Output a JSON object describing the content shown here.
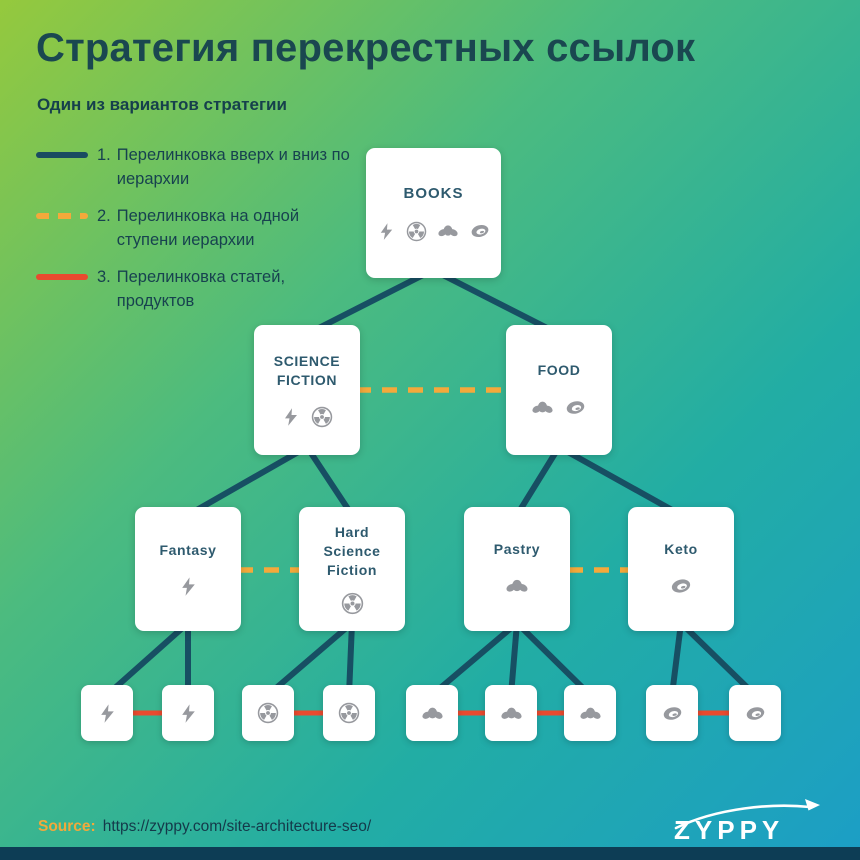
{
  "header": {
    "title": "Стратегия перекрестных ссылок",
    "subtitle": "Один из вариантов стратегии"
  },
  "legend": {
    "items": [
      {
        "num": "1.",
        "label": "Перелинковка вверх и вниз по иерархии",
        "line_style": "solid",
        "line_color": "#1A4C61"
      },
      {
        "num": "2.",
        "label": "Перелинковка на одной ступени иерархии",
        "line_style": "dashed",
        "line_color": "#F4A93B"
      },
      {
        "num": "3.",
        "label": "Перелинковка статей, продуктов",
        "line_style": "solid",
        "line_color": "#E94A2F"
      }
    ]
  },
  "diagram": {
    "type": "tree",
    "link_types": {
      "hierarchy_up_down": {
        "color": "#174F63",
        "style": "solid"
      },
      "same_level": {
        "color": "#F4A93B",
        "style": "dashed"
      },
      "articles_products": {
        "color": "#E94A2F",
        "style": "solid"
      }
    },
    "nodes": {
      "books": {
        "label": "BOOKS",
        "icons": [
          "lightning-icon",
          "radiation-icon",
          "croissant-icon",
          "steak-icon"
        ],
        "children": [
          "science_fiction",
          "food"
        ]
      },
      "science_fiction": {
        "label": "SCIENCE FICTION",
        "icons": [
          "lightning-icon",
          "radiation-icon"
        ],
        "children": [
          "fantasy",
          "hard_science_fiction"
        ]
      },
      "food": {
        "label": "FOOD",
        "icons": [
          "croissant-icon",
          "steak-icon"
        ],
        "children": [
          "pastry",
          "keto"
        ]
      },
      "fantasy": {
        "label": "Fantasy",
        "icons": [
          "lightning-icon"
        ],
        "children": [
          "leaf-lightning-1",
          "leaf-lightning-2"
        ]
      },
      "hard_science_fiction": {
        "label": "Hard Science Fiction",
        "icons": [
          "radiation-icon"
        ],
        "children": [
          "leaf-radiation-1",
          "leaf-radiation-2"
        ]
      },
      "pastry": {
        "label": "Pastry",
        "icons": [
          "croissant-icon"
        ],
        "children": [
          "leaf-croissant-1",
          "leaf-croissant-2",
          "leaf-croissant-3"
        ]
      },
      "keto": {
        "label": "Keto",
        "icons": [
          "steak-icon"
        ],
        "children": [
          "leaf-steak-1",
          "leaf-steak-2"
        ]
      }
    },
    "leaves": [
      "lightning-icon",
      "lightning-icon",
      "radiation-icon",
      "radiation-icon",
      "croissant-icon",
      "croissant-icon",
      "croissant-icon",
      "steak-icon",
      "steak-icon"
    ],
    "same_level_links": [
      [
        "science_fiction",
        "food"
      ],
      [
        "fantasy",
        "hard_science_fiction"
      ],
      [
        "pastry",
        "keto"
      ]
    ],
    "leaf_links": [
      [
        "leaf-lightning-1",
        "leaf-lightning-2"
      ],
      [
        "leaf-radiation-1",
        "leaf-radiation-2"
      ],
      [
        "leaf-croissant-1",
        "leaf-croissant-2",
        "leaf-croissant-3"
      ],
      [
        "leaf-steak-1",
        "leaf-steak-2"
      ]
    ]
  },
  "footer": {
    "source_label": "Source:",
    "source_url": "https://zyppy.com/site-architecture-seo/",
    "brand": "ZYPPY"
  },
  "colors": {
    "background_top_left": "#95C93D",
    "background_bottom_right": "#1C9EC6",
    "title": "#1A4750",
    "node_bg": "#FFFFFF",
    "node_text": "#2E5A6E",
    "icon_gray": "#97999E",
    "source_label": "#F2A93B",
    "bottom_bar": "#0D3D55"
  }
}
